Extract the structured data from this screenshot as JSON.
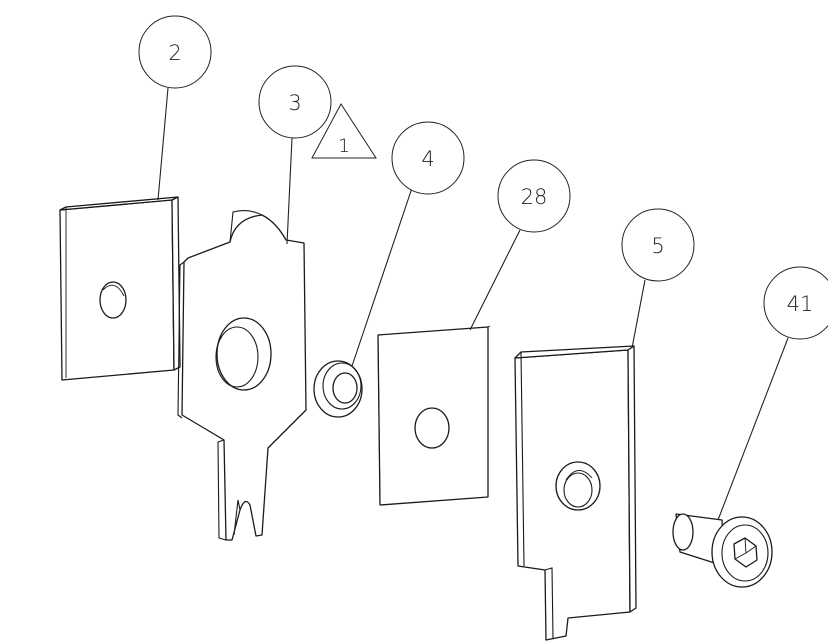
{
  "balloons": {
    "b2": "2",
    "b3": "3",
    "b4": "4",
    "b28": "28",
    "b5": "5",
    "b41": "41"
  },
  "revision_flag": "1"
}
